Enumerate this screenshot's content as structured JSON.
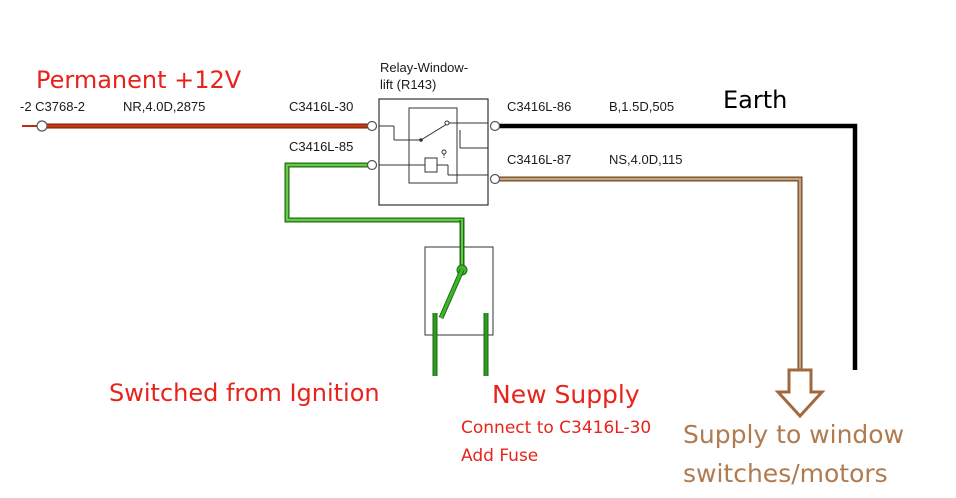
{
  "relay": {
    "title_line1": "Relay-Window-",
    "title_line2": "lift (R143)"
  },
  "wires": {
    "left_connector": "-2 C3768-2",
    "left_wire_spec": "NR,4.0D,2875",
    "pin_30": "C3416L-30",
    "pin_85": "C3416L-85",
    "pin_86": "C3416L-86",
    "pin_86_spec": "B,1.5D,505",
    "pin_87": "C3416L-87",
    "pin_87_spec": "NS,4.0D,115"
  },
  "annotations": {
    "permanent": "Permanent +12V",
    "earth": "Earth",
    "switched": "Switched from Ignition",
    "new_supply": "New Supply",
    "connect": "Connect to C3416L-30",
    "add_fuse": "Add Fuse",
    "supply_line1": "Supply to window",
    "supply_line2": "switches/motors"
  },
  "colors": {
    "permanent_wire": "#b5300e",
    "earth_wire": "#000000",
    "ignition_wire": "#3a9a2a",
    "output_wire": "#a07850",
    "annotation_red": "#e8231c",
    "annotation_brown": "#b07b4f"
  }
}
